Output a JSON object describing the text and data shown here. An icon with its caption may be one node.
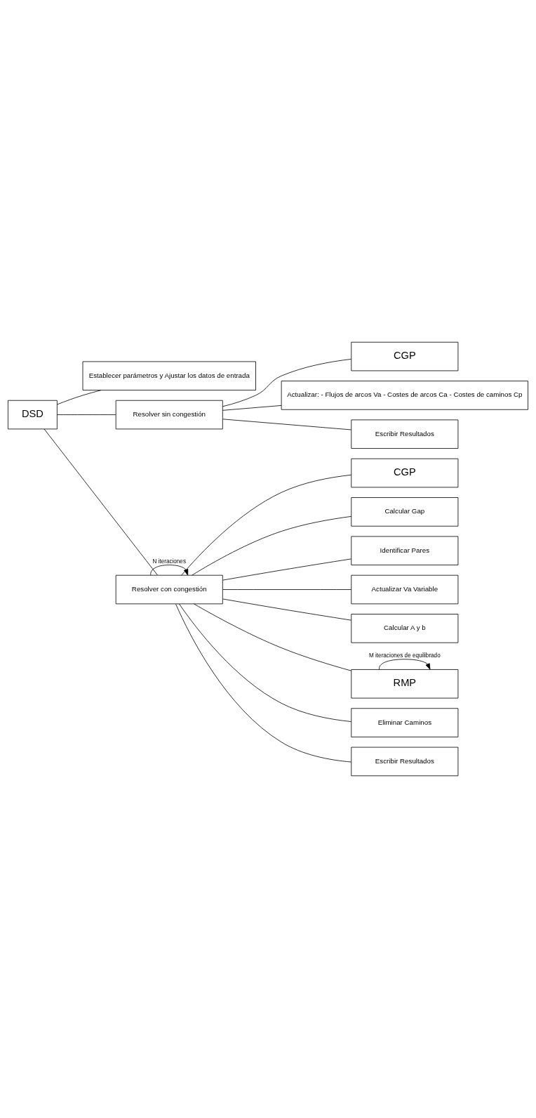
{
  "diagram": {
    "nodes": [
      {
        "text": [
          "DSD"
        ]
      },
      {
        "text": [
          "Establecer parámetros y Ajustar los datos de entrada"
        ]
      },
      {
        "text": [
          "Resolver sin congestión"
        ]
      },
      {
        "text": [
          "CGP"
        ]
      },
      {
        "text": [
          "Actualizar: - Flujos de arcos Va - Costes de arcos Ca - Costes de caminos Cp"
        ]
      },
      {
        "text": [
          "Escribir Resultados"
        ]
      },
      {
        "text": [
          "Resolver con congestión"
        ]
      },
      {
        "text": [
          "CGP"
        ]
      },
      {
        "text": [
          "Calcular Gap"
        ]
      },
      {
        "text": [
          "Identificar Pares"
        ]
      },
      {
        "text": [
          "Actualizar Va Variable"
        ]
      },
      {
        "text": [
          "Calcular A y b"
        ]
      },
      {
        "text": [
          "RMP"
        ]
      },
      {
        "text": [
          "Eliminar Caminos"
        ]
      },
      {
        "text": [
          "Escribir Resultados"
        ]
      }
    ],
    "edges": [
      {
        "from": 0,
        "to": 1,
        "arrow": "none"
      },
      {
        "from": 0,
        "to": 2,
        "arrow": "none"
      },
      {
        "from": 2,
        "to": 3,
        "arrow": "none"
      },
      {
        "from": 2,
        "to": 4,
        "arrow": "none"
      },
      {
        "from": 2,
        "to": 5,
        "arrow": "none"
      },
      {
        "from": 0,
        "to": 6,
        "arrow": "none"
      },
      {
        "from": 6,
        "to": 6,
        "arrow": "to",
        "label": "N iteraciones"
      },
      {
        "from": 6,
        "to": 7,
        "arrow": "none"
      },
      {
        "from": 6,
        "to": 8,
        "arrow": "none"
      },
      {
        "from": 6,
        "to": 9,
        "arrow": "none"
      },
      {
        "from": 6,
        "to": 10,
        "arrow": "none"
      },
      {
        "from": 6,
        "to": 11,
        "arrow": "none"
      },
      {
        "from": 6,
        "to": 12,
        "arrow": "none"
      },
      {
        "from": 12,
        "to": 12,
        "arrow": "to",
        "label": "M iteraciones de equilibrado"
      },
      {
        "from": 6,
        "to": 13,
        "arrow": "none"
      },
      {
        "from": 6,
        "to": 14,
        "arrow": "none"
      }
    ]
  }
}
